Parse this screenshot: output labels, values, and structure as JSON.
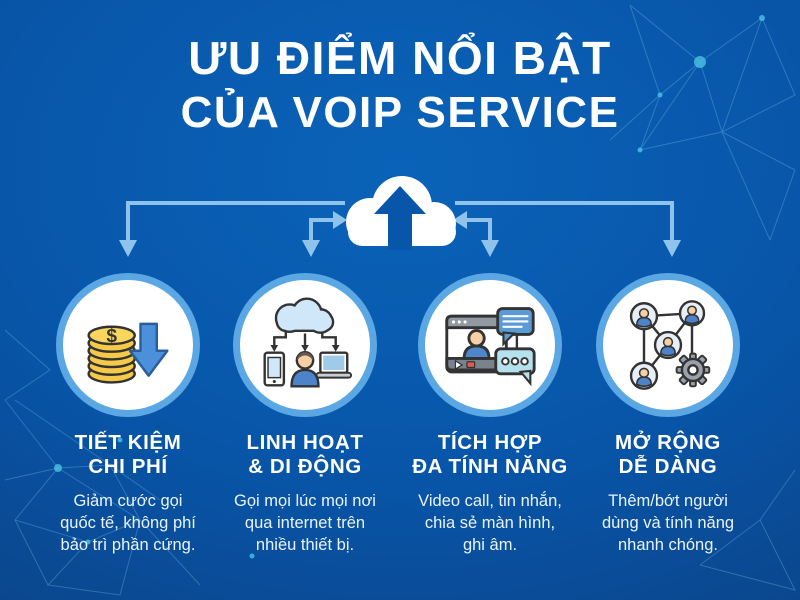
{
  "title": {
    "line1": "ƯU ĐIỂM NỔI BẬT",
    "line2": "CỦA VOIP SERVICE"
  },
  "central": {
    "icon": "cloud-upload-icon"
  },
  "features": [
    {
      "icon": "money-saving-icon",
      "heading": [
        "TIẾT KIỆM",
        "CHI PHÍ"
      ],
      "desc": [
        "Giảm cước gọi",
        "quốc tế, không phí",
        "bảo trì phần cứng."
      ]
    },
    {
      "icon": "cloud-multi-device-icon",
      "heading": [
        "LINH HOẠT",
        "& DI ĐỘNG"
      ],
      "desc": [
        "Gọi mọi lúc mọi nơi",
        "qua internet trên",
        "nhiều thiết bị."
      ]
    },
    {
      "icon": "video-call-chat-icon",
      "heading": [
        "TÍCH HỢP",
        "ĐA TÍNH NĂNG"
      ],
      "desc": [
        "Video call, tin nhắn,",
        "chia sẻ màn hình,",
        "ghi âm."
      ]
    },
    {
      "icon": "user-network-gear-icon",
      "heading": [
        "MỞ RỘNG",
        "DỄ DÀNG"
      ],
      "desc": [
        "Thêm/bớt người",
        "dùng và tính năng",
        "nhanh chóng."
      ]
    }
  ],
  "colors": {
    "background_top": "#0a63b8",
    "background_bottom": "#0b3d7e",
    "arrow": "#8fc3ec",
    "circle_ring": "#5aa7e4",
    "heading_text": "#ffffff",
    "body_text": "#eaf3fb",
    "coin_gold": "#f7c948",
    "icon_blue": "#4b90d8",
    "icon_light_blue": "#cfe7f8",
    "skin_tone": "#f6cfa4",
    "gear_gray": "#9aa1aa"
  }
}
